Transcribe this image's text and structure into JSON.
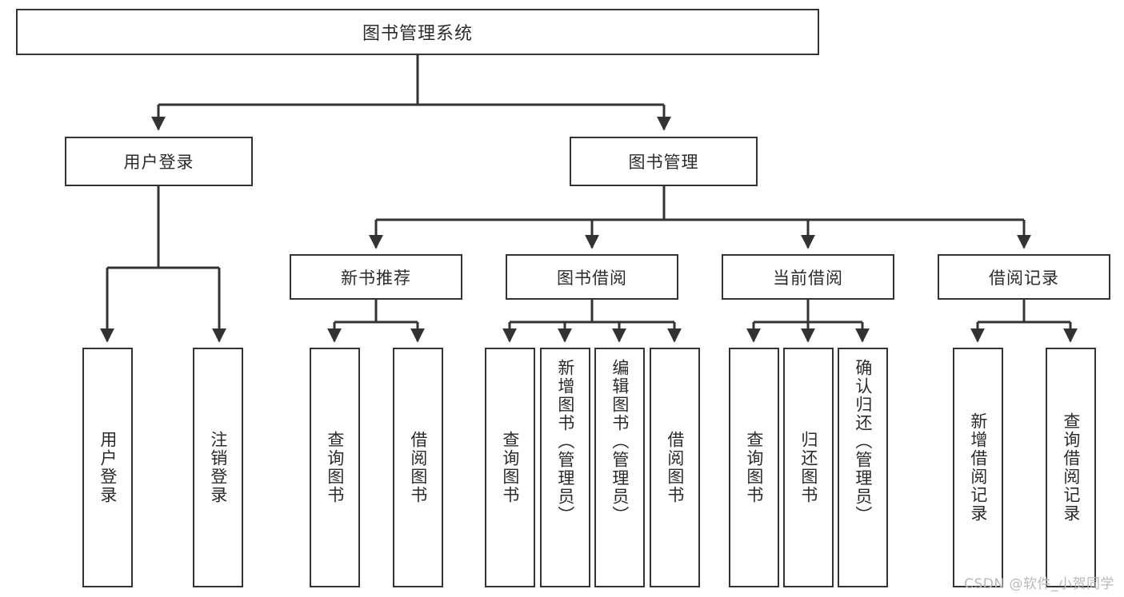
{
  "diagram": {
    "title": "图书管理系统",
    "watermark": "CSDN @软件_小贺同学",
    "colors": {
      "border": "#333333",
      "background": "#ffffff",
      "text": "#2b2b2b",
      "edge": "#333333",
      "watermark": "#b9b9b9"
    },
    "nodes": {
      "root": {
        "label": "图书管理系统"
      },
      "level2": [
        {
          "id": "user-login",
          "label": "用户登录"
        },
        {
          "id": "book-management",
          "label": "图书管理"
        }
      ],
      "level3": [
        {
          "id": "new-book-recommend",
          "label": "新书推荐"
        },
        {
          "id": "book-borrow",
          "label": "图书借阅"
        },
        {
          "id": "current-borrow",
          "label": "当前借阅"
        },
        {
          "id": "borrow-record",
          "label": "借阅记录"
        }
      ],
      "leaves": {
        "user_login": [
          {
            "id": "leaf-user-login",
            "label": "用户登录"
          },
          {
            "id": "leaf-logout-login",
            "label": "注销登录"
          }
        ],
        "new_book_recommend": [
          {
            "id": "leaf-query-book-1",
            "label": "查询图书"
          },
          {
            "id": "leaf-borrow-book-1",
            "label": "借阅图书"
          }
        ],
        "book_borrow": [
          {
            "id": "leaf-query-book-2",
            "label": "查询图书"
          },
          {
            "id": "leaf-add-book",
            "label": "新增图书（管理员）"
          },
          {
            "id": "leaf-edit-book",
            "label": "编辑图书（管理员）"
          },
          {
            "id": "leaf-borrow-book-2",
            "label": "借阅图书"
          }
        ],
        "current_borrow": [
          {
            "id": "leaf-query-book-3",
            "label": "查询图书"
          },
          {
            "id": "leaf-return-book",
            "label": "归还图书"
          },
          {
            "id": "leaf-confirm-return",
            "label": "确认归还（管理员）"
          }
        ],
        "borrow_record": [
          {
            "id": "leaf-add-record",
            "label": "新增借阅记录"
          },
          {
            "id": "leaf-query-record",
            "label": "查询借阅记录"
          }
        ]
      }
    }
  }
}
